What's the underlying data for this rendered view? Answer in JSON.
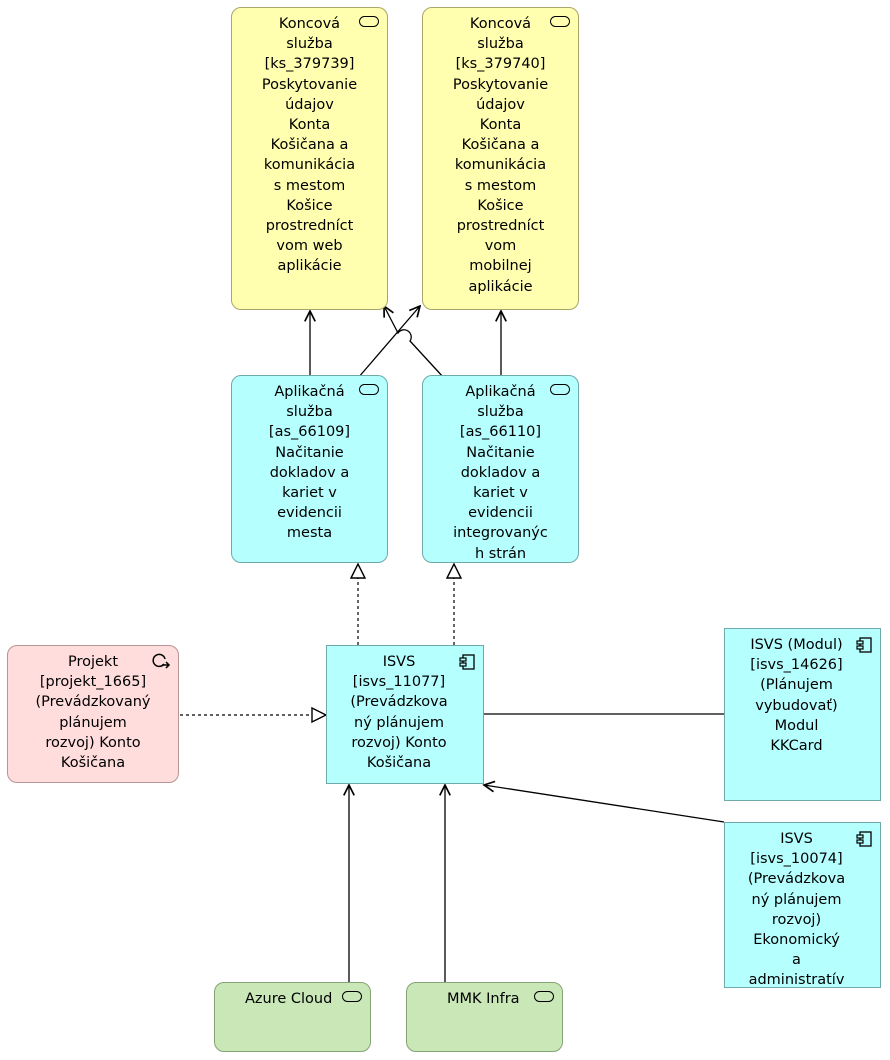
{
  "nodes": {
    "ks_379739": {
      "label": "Koncová\nslužba\n[ks_379739]\nPoskytovanie\núdajov\nKonta\nKošičana a\nkomunikácia\ns mestom\nKošice\nprostredníct\nvom web\naplikácie",
      "icon": "service-icon",
      "color": "#ffffaf"
    },
    "ks_379740": {
      "label": "Koncová\nslužba\n[ks_379740]\nPoskytovanie\núdajov\nKonta\nKošičana a\nkomunikácia\ns mestom\nKošice\nprostredníct\nvom\nmobilnej\naplikácie",
      "icon": "service-icon",
      "color": "#ffffaf"
    },
    "as_66109": {
      "label": "Aplikačná\nslužba\n[as_66109]\nNačitanie\ndokladov a\nkariet v\nevidencii\nmesta",
      "icon": "service-icon",
      "color": "#b5ffff"
    },
    "as_66110": {
      "label": "Aplikačná\nslužba\n[as_66110]\nNačitanie\ndokladov a\nkariet v\nevidencii\nintegrovanýc\nh strán",
      "icon": "service-icon",
      "color": "#b5ffff"
    },
    "projekt_1665": {
      "label": "Projekt\n[projekt_1665]\n(Prevádzkovaný\nplánujem\nrozvoj) Konto\nKošičana",
      "icon": "work-package-icon",
      "color": "#ffdddd"
    },
    "isvs_11077": {
      "label": "ISVS\n[isvs_11077]\n(Prevádzkova\nný plánujem\nrozvoj) Konto\nKošičana",
      "icon": "component-icon",
      "color": "#b5ffff"
    },
    "isvs_14626": {
      "label": "ISVS (Modul)\n[isvs_14626]\n(Plánujem\nvybudovať)\nModul\nKKCard",
      "icon": "component-icon",
      "color": "#b5ffff"
    },
    "isvs_10074": {
      "label": "ISVS\n[isvs_10074]\n(Prevádzkova\nný plánujem\nrozvoj)\nEkonomický\na\nadministratív",
      "icon": "component-icon",
      "color": "#b5ffff"
    },
    "azure": {
      "label": "Azure Cloud",
      "icon": "service-icon",
      "color": "#c9e7b7"
    },
    "mmk": {
      "label": "MMK Infra",
      "icon": "service-icon",
      "color": "#c9e7b7"
    }
  }
}
